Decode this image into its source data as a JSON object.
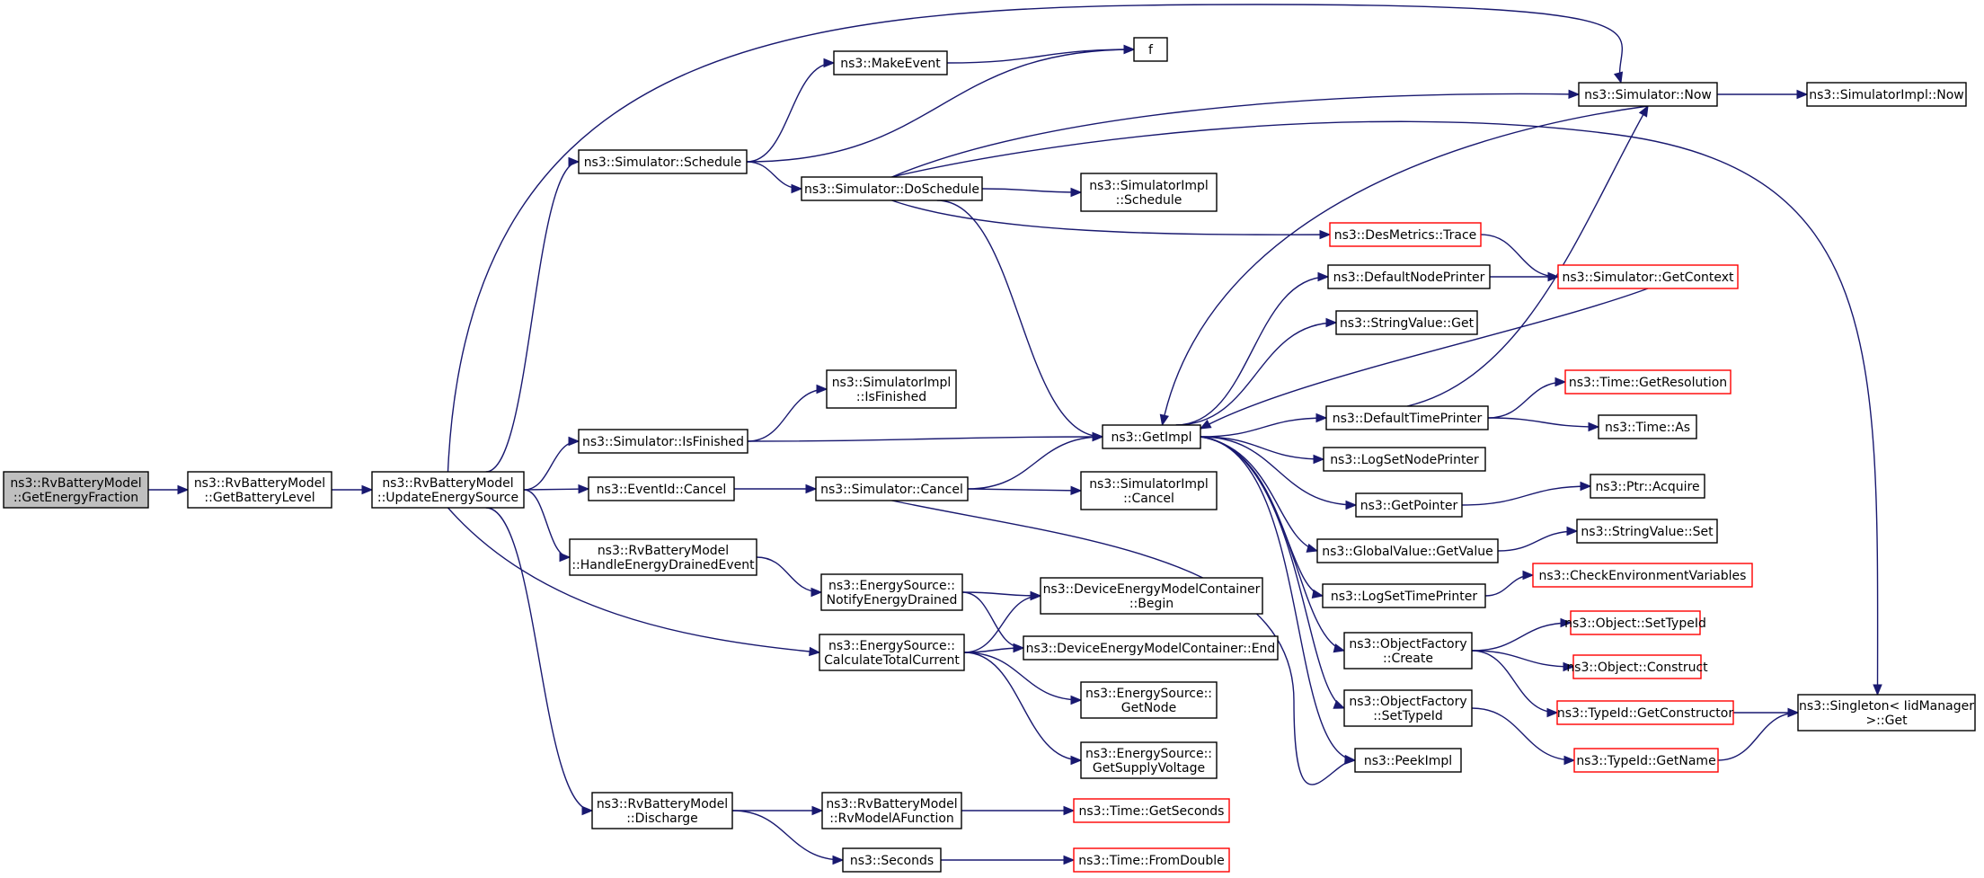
{
  "colors": {
    "edge": "#191970",
    "node_border": "#000000",
    "node_border_red": "#ff0000",
    "root_fill": "#bfbfbf"
  },
  "nodes": [
    {
      "id": "root",
      "lines": [
        "ns3::RvBatteryModel",
        "::GetEnergyFraction"
      ],
      "style": "root"
    },
    {
      "id": "getbatterylevel",
      "lines": [
        "ns3::RvBatteryModel",
        "::GetBatteryLevel"
      ],
      "style": "normal"
    },
    {
      "id": "updateenergysource",
      "lines": [
        "ns3::RvBatteryModel",
        "::UpdateEnergySource"
      ],
      "style": "normal"
    },
    {
      "id": "makeevent",
      "lines": [
        "ns3::MakeEvent"
      ],
      "style": "normal"
    },
    {
      "id": "f",
      "lines": [
        "f"
      ],
      "style": "normal"
    },
    {
      "id": "schedule",
      "lines": [
        "ns3::Simulator::Schedule"
      ],
      "style": "normal"
    },
    {
      "id": "doschedule",
      "lines": [
        "ns3::Simulator::DoSchedule"
      ],
      "style": "normal"
    },
    {
      "id": "simimplschedule",
      "lines": [
        "ns3::SimulatorImpl",
        "::Schedule"
      ],
      "style": "normal"
    },
    {
      "id": "now",
      "lines": [
        "ns3::Simulator::Now"
      ],
      "style": "normal"
    },
    {
      "id": "simimplnow",
      "lines": [
        "ns3::SimulatorImpl::Now"
      ],
      "style": "normal"
    },
    {
      "id": "desmetrics",
      "lines": [
        "ns3::DesMetrics::Trace"
      ],
      "style": "red"
    },
    {
      "id": "defaultnodeprinter",
      "lines": [
        "ns3::DefaultNodePrinter"
      ],
      "style": "normal"
    },
    {
      "id": "getcontext",
      "lines": [
        "ns3::Simulator::GetContext"
      ],
      "style": "red"
    },
    {
      "id": "stringvalueget",
      "lines": [
        "ns3::StringValue::Get"
      ],
      "style": "normal"
    },
    {
      "id": "simimplisfinished",
      "lines": [
        "ns3::SimulatorImpl",
        "::IsFinished"
      ],
      "style": "normal"
    },
    {
      "id": "isfinished",
      "lines": [
        "ns3::Simulator::IsFinished"
      ],
      "style": "normal"
    },
    {
      "id": "getimpl",
      "lines": [
        "ns3::GetImpl"
      ],
      "style": "normal"
    },
    {
      "id": "defaulttimeprinter",
      "lines": [
        "ns3::DefaultTimePrinter"
      ],
      "style": "normal"
    },
    {
      "id": "getresolution",
      "lines": [
        "ns3::Time::GetResolution"
      ],
      "style": "red"
    },
    {
      "id": "timeas",
      "lines": [
        "ns3::Time::As"
      ],
      "style": "normal"
    },
    {
      "id": "logsetnodeprinter",
      "lines": [
        "ns3::LogSetNodePrinter"
      ],
      "style": "normal"
    },
    {
      "id": "eventidcancel",
      "lines": [
        "ns3::EventId::Cancel"
      ],
      "style": "normal"
    },
    {
      "id": "simcancel",
      "lines": [
        "ns3::Simulator::Cancel"
      ],
      "style": "normal"
    },
    {
      "id": "simimplcancel",
      "lines": [
        "ns3::SimulatorImpl",
        "::Cancel"
      ],
      "style": "normal"
    },
    {
      "id": "getpointer",
      "lines": [
        "ns3::GetPointer"
      ],
      "style": "normal"
    },
    {
      "id": "ptracquire",
      "lines": [
        "ns3::Ptr::Acquire"
      ],
      "style": "normal"
    },
    {
      "id": "globalvalue",
      "lines": [
        "ns3::GlobalValue::GetValue"
      ],
      "style": "normal"
    },
    {
      "id": "stringvalueset",
      "lines": [
        "ns3::StringValue::Set"
      ],
      "style": "normal"
    },
    {
      "id": "handledrained",
      "lines": [
        "ns3::RvBatteryModel",
        "::HandleEnergyDrainedEvent"
      ],
      "style": "normal"
    },
    {
      "id": "notifydrained",
      "lines": [
        "ns3::EnergySource::",
        "NotifyEnergyDrained"
      ],
      "style": "normal"
    },
    {
      "id": "demcbegin",
      "lines": [
        "ns3::DeviceEnergyModelContainer",
        "::Begin"
      ],
      "style": "normal"
    },
    {
      "id": "logsettimeprinter",
      "lines": [
        "ns3::LogSetTimePrinter"
      ],
      "style": "normal"
    },
    {
      "id": "checkenv",
      "lines": [
        "ns3::CheckEnvironmentVariables"
      ],
      "style": "red"
    },
    {
      "id": "calctotal",
      "lines": [
        "ns3::EnergySource::",
        "CalculateTotalCurrent"
      ],
      "style": "normal"
    },
    {
      "id": "demcend",
      "lines": [
        "ns3::DeviceEnergyModelContainer::End"
      ],
      "style": "normal"
    },
    {
      "id": "objfactorycreate",
      "lines": [
        "ns3::ObjectFactory",
        "::Create"
      ],
      "style": "normal"
    },
    {
      "id": "settypeid",
      "lines": [
        "ns3::Object::SetTypeId"
      ],
      "style": "red"
    },
    {
      "id": "construct",
      "lines": [
        "ns3::Object::Construct"
      ],
      "style": "red"
    },
    {
      "id": "getnode",
      "lines": [
        "ns3::EnergySource::",
        "GetNode"
      ],
      "style": "normal"
    },
    {
      "id": "objfactorysettypeid",
      "lines": [
        "ns3::ObjectFactory",
        "::SetTypeId"
      ],
      "style": "normal"
    },
    {
      "id": "getconstructor",
      "lines": [
        "ns3::TypeId::GetConstructor"
      ],
      "style": "red"
    },
    {
      "id": "singletonget",
      "lines": [
        "ns3::Singleton< IidManager",
        ">::Get"
      ],
      "style": "normal"
    },
    {
      "id": "getsupplyvoltage",
      "lines": [
        "ns3::EnergySource::",
        "GetSupplyVoltage"
      ],
      "style": "normal"
    },
    {
      "id": "peekimpl",
      "lines": [
        "ns3::PeekImpl"
      ],
      "style": "normal"
    },
    {
      "id": "typeidgetname",
      "lines": [
        "ns3::TypeId::GetName"
      ],
      "style": "red"
    },
    {
      "id": "discharge",
      "lines": [
        "ns3::RvBatteryModel",
        "::Discharge"
      ],
      "style": "normal"
    },
    {
      "id": "rvmodelafunction",
      "lines": [
        "ns3::RvBatteryModel",
        "::RvModelAFunction"
      ],
      "style": "normal"
    },
    {
      "id": "getseconds",
      "lines": [
        "ns3::Time::GetSeconds"
      ],
      "style": "red"
    },
    {
      "id": "seconds",
      "lines": [
        "ns3::Seconds"
      ],
      "style": "normal"
    },
    {
      "id": "fromdouble",
      "lines": [
        "ns3::Time::FromDouble"
      ],
      "style": "red"
    }
  ],
  "edges": [
    [
      "root",
      "getbatterylevel"
    ],
    [
      "getbatterylevel",
      "updateenergysource"
    ],
    [
      "updateenergysource",
      "now"
    ],
    [
      "updateenergysource",
      "schedule"
    ],
    [
      "updateenergysource",
      "isfinished"
    ],
    [
      "updateenergysource",
      "eventidcancel"
    ],
    [
      "updateenergysource",
      "handledrained"
    ],
    [
      "updateenergysource",
      "calctotal"
    ],
    [
      "updateenergysource",
      "discharge"
    ],
    [
      "schedule",
      "makeevent"
    ],
    [
      "schedule",
      "f"
    ],
    [
      "schedule",
      "doschedule"
    ],
    [
      "makeevent",
      "f"
    ],
    [
      "doschedule",
      "now"
    ],
    [
      "doschedule",
      "singletonget"
    ],
    [
      "doschedule",
      "simimplschedule"
    ],
    [
      "doschedule",
      "desmetrics"
    ],
    [
      "doschedule",
      "getimpl"
    ],
    [
      "now",
      "simimplnow"
    ],
    [
      "now",
      "getimpl"
    ],
    [
      "desmetrics",
      "getcontext"
    ],
    [
      "defaultnodeprinter",
      "getcontext"
    ],
    [
      "getcontext",
      "getimpl"
    ],
    [
      "isfinished",
      "simimplisfinished"
    ],
    [
      "isfinished",
      "getimpl"
    ],
    [
      "getimpl",
      "defaultnodeprinter"
    ],
    [
      "getimpl",
      "stringvalueget"
    ],
    [
      "getimpl",
      "defaulttimeprinter"
    ],
    [
      "getimpl",
      "logsetnodeprinter"
    ],
    [
      "getimpl",
      "getpointer"
    ],
    [
      "getimpl",
      "globalvalue"
    ],
    [
      "getimpl",
      "logsettimeprinter"
    ],
    [
      "getimpl",
      "objfactorycreate"
    ],
    [
      "getimpl",
      "objfactorysettypeid"
    ],
    [
      "getimpl",
      "peekimpl"
    ],
    [
      "defaulttimeprinter",
      "now"
    ],
    [
      "defaulttimeprinter",
      "getresolution"
    ],
    [
      "defaulttimeprinter",
      "timeas"
    ],
    [
      "eventidcancel",
      "simcancel"
    ],
    [
      "simcancel",
      "getimpl"
    ],
    [
      "simcancel",
      "simimplcancel"
    ],
    [
      "simcancel",
      "peekimpl"
    ],
    [
      "getpointer",
      "ptracquire"
    ],
    [
      "globalvalue",
      "stringvalueset"
    ],
    [
      "logsettimeprinter",
      "checkenv"
    ],
    [
      "objfactorycreate",
      "settypeid"
    ],
    [
      "objfactorycreate",
      "construct"
    ],
    [
      "objfactorycreate",
      "getconstructor"
    ],
    [
      "objfactorysettypeid",
      "typeidgetname"
    ],
    [
      "getconstructor",
      "singletonget"
    ],
    [
      "typeidgetname",
      "singletonget"
    ],
    [
      "handledrained",
      "notifydrained"
    ],
    [
      "notifydrained",
      "demcbegin"
    ],
    [
      "notifydrained",
      "demcend"
    ],
    [
      "calctotal",
      "demcbegin"
    ],
    [
      "calctotal",
      "demcend"
    ],
    [
      "calctotal",
      "getnode"
    ],
    [
      "calctotal",
      "getsupplyvoltage"
    ],
    [
      "discharge",
      "rvmodelafunction"
    ],
    [
      "discharge",
      "seconds"
    ],
    [
      "rvmodelafunction",
      "getseconds"
    ],
    [
      "seconds",
      "fromdouble"
    ]
  ]
}
